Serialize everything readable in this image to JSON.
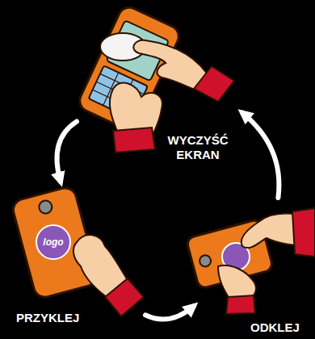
{
  "diagram": {
    "nodes": [
      {
        "text": [
          "WYCZYŚĆ EKRAN"
        ]
      },
      {
        "text": [
          "logo",
          "PRZYKLEJ"
        ]
      },
      {
        "text": [
          "ODKLEJ"
        ]
      }
    ],
    "edges": [
      {
        "from": 0,
        "to": 1,
        "arrow": "to"
      },
      {
        "from": 1,
        "to": 2,
        "arrow": "to"
      },
      {
        "from": 2,
        "to": 0,
        "arrow": "to"
      }
    ]
  }
}
